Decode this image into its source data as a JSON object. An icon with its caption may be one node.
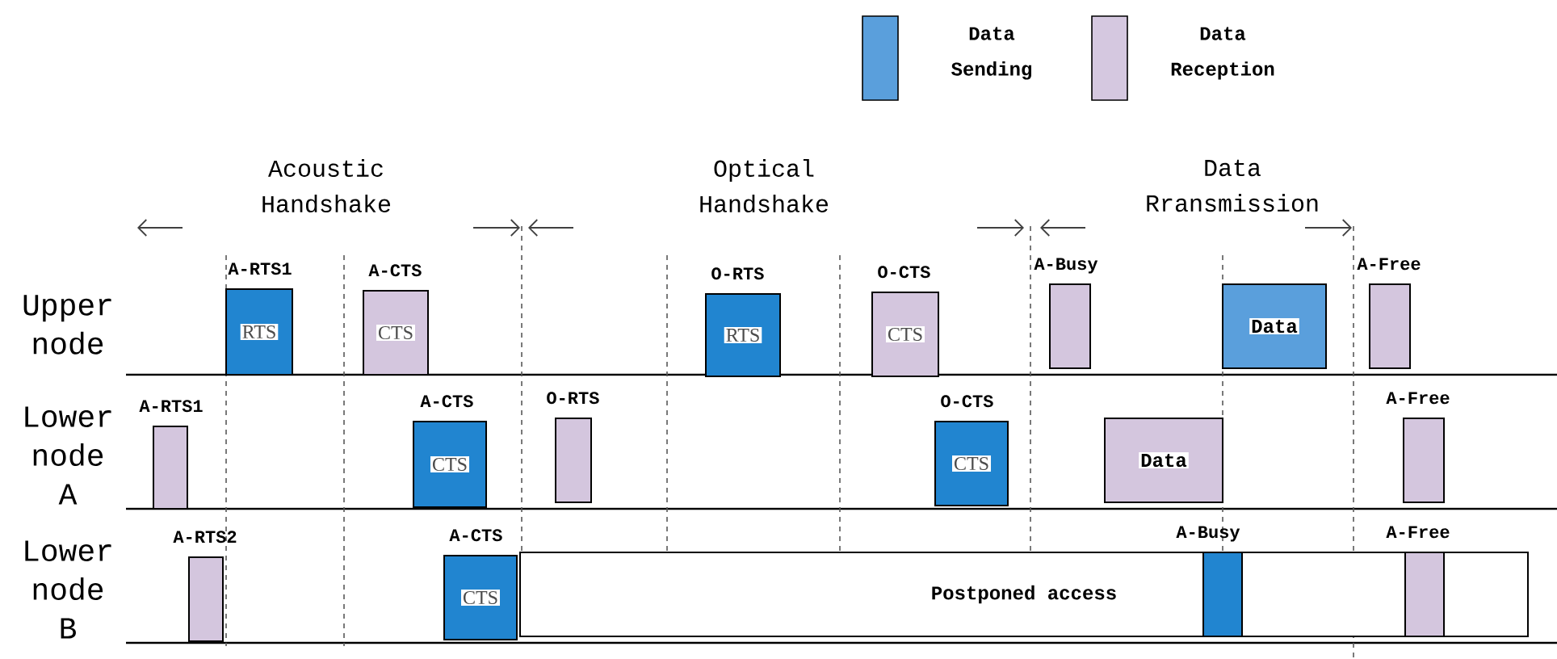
{
  "diagram": {
    "nodes": [
      {
        "text": [
          "A-RTS1",
          "RTS"
        ]
      },
      {
        "text": [
          "A-CTS",
          "CTS"
        ]
      },
      {
        "text": [
          "O-RTS",
          "RTS"
        ]
      },
      {
        "text": [
          "O-CTS",
          "CTS"
        ]
      },
      {
        "text": [
          "A-Busy"
        ]
      },
      {
        "text": [
          "Data"
        ]
      },
      {
        "text": [
          "A-Free"
        ]
      },
      {
        "text": [
          "A-RTS1"
        ]
      },
      {
        "text": [
          "A-CTS",
          "CTS"
        ]
      },
      {
        "text": [
          "O-RTS"
        ]
      },
      {
        "text": [
          "O-CTS",
          "CTS"
        ]
      },
      {
        "text": [
          "Data"
        ]
      },
      {
        "text": [
          "A-Free"
        ]
      },
      {
        "text": [
          "A-RTS2"
        ]
      },
      {
        "text": [
          "A-CTS",
          "CTS"
        ]
      },
      {
        "text": [
          "Postponed access"
        ]
      },
      {
        "text": [
          "A-Busy"
        ],
        "in": 15
      },
      {
        "text": [
          "A-Free"
        ],
        "in": 15
      }
    ],
    "labels": [
      "Acoustic Handshake",
      "Optical Handshake",
      "Data Rransmission",
      "Upper node",
      "Lower node A",
      "Lower node B"
    ],
    "legend": [
      {
        "text": "Data Sending",
        "color": "#5a9fdc"
      },
      {
        "text": "Data Reception",
        "color": "#d5c8e0"
      }
    ]
  }
}
